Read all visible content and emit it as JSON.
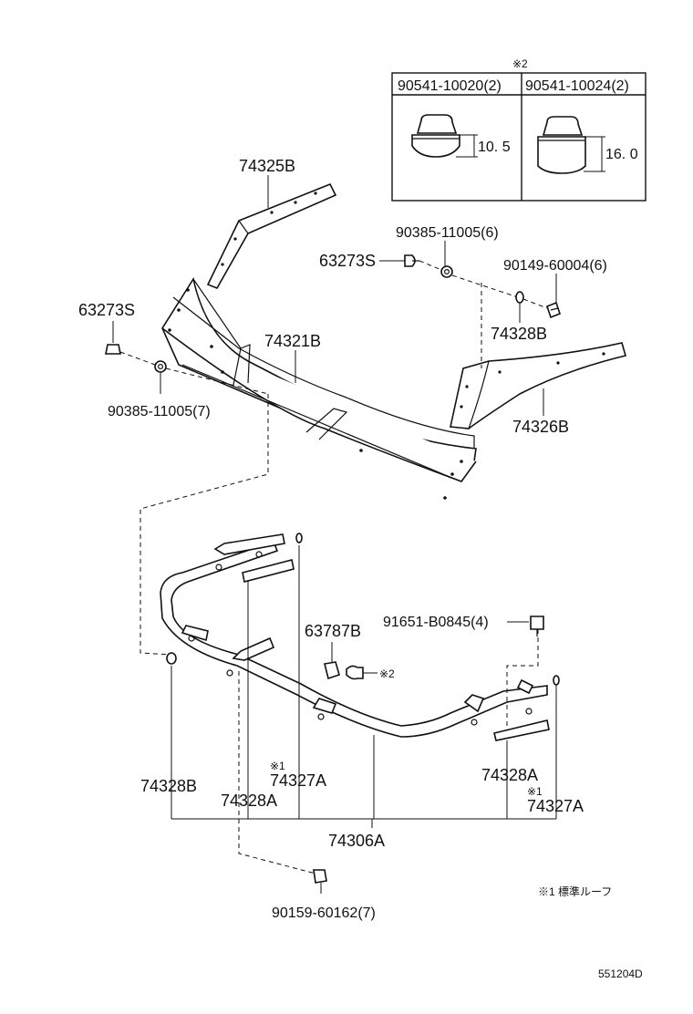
{
  "inset": {
    "marker": "※2",
    "col1_part": "90541-10020(2)",
    "col2_part": "90541-10024(2)",
    "col1_dim": "10. 5",
    "col2_dim": "16. 0"
  },
  "labels": {
    "p74325B": "74325B",
    "p74321B": "74321B",
    "p74326B": "74326B",
    "p74328B_top": "74328B",
    "p63273S_left": "63273S",
    "p63273S_right": "63273S",
    "p90385_left": "90385-11005(7)",
    "p90385_right": "90385-11005(6)",
    "p90149": "90149-60004(6)",
    "p63787B": "63787B",
    "p91651": "91651-B0845(4)",
    "p74328B_bottom": "74328B",
    "p74327A_left": "74327A",
    "p74328A_left": "74328A",
    "p74306A": "74306A",
    "p74328A_right": "74328A",
    "p74327A_right": "74327A",
    "p90159": "90159-60162(7)"
  },
  "markers": {
    "m1_left": "※1",
    "m1_right": "※1",
    "m2_clip": "※2"
  },
  "footnote": "※1 標準ルーフ",
  "figure_code": "551204D"
}
